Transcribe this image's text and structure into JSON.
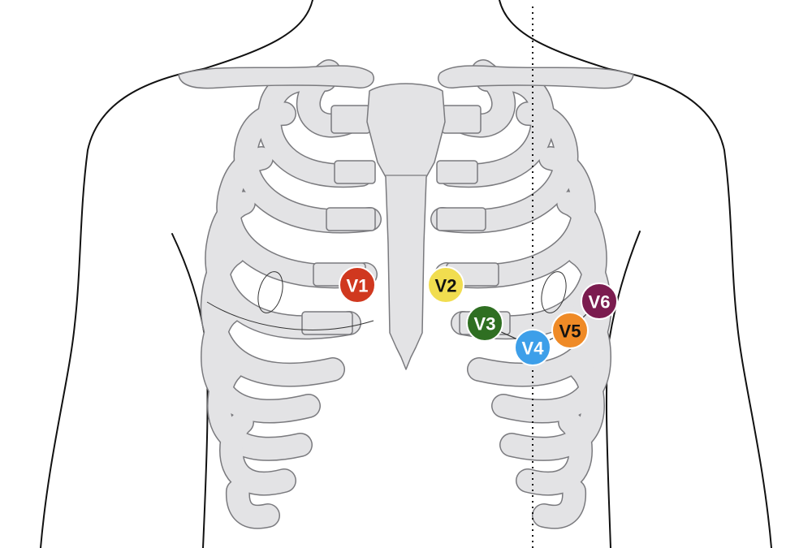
{
  "diagram": {
    "bone_fill": "#e3e3e5",
    "bone_stroke": "#7a7a7e",
    "outline_stroke": "#111111",
    "leads": [
      {
        "id": "V1",
        "label": "V1",
        "color": "#d0381f",
        "text_color": "#ffffff"
      },
      {
        "id": "V2",
        "label": "V2",
        "color": "#f1dd4f",
        "text_color": "#111111"
      },
      {
        "id": "V3",
        "label": "V3",
        "color": "#2f6f22",
        "text_color": "#ffffff"
      },
      {
        "id": "V4",
        "label": "V4",
        "color": "#3d9fe9",
        "text_color": "#ffffff"
      },
      {
        "id": "V5",
        "label": "V5",
        "color": "#ef8a26",
        "text_color": "#111111"
      },
      {
        "id": "V6",
        "label": "V6",
        "color": "#7b1c4f",
        "text_color": "#ffffff"
      }
    ]
  }
}
